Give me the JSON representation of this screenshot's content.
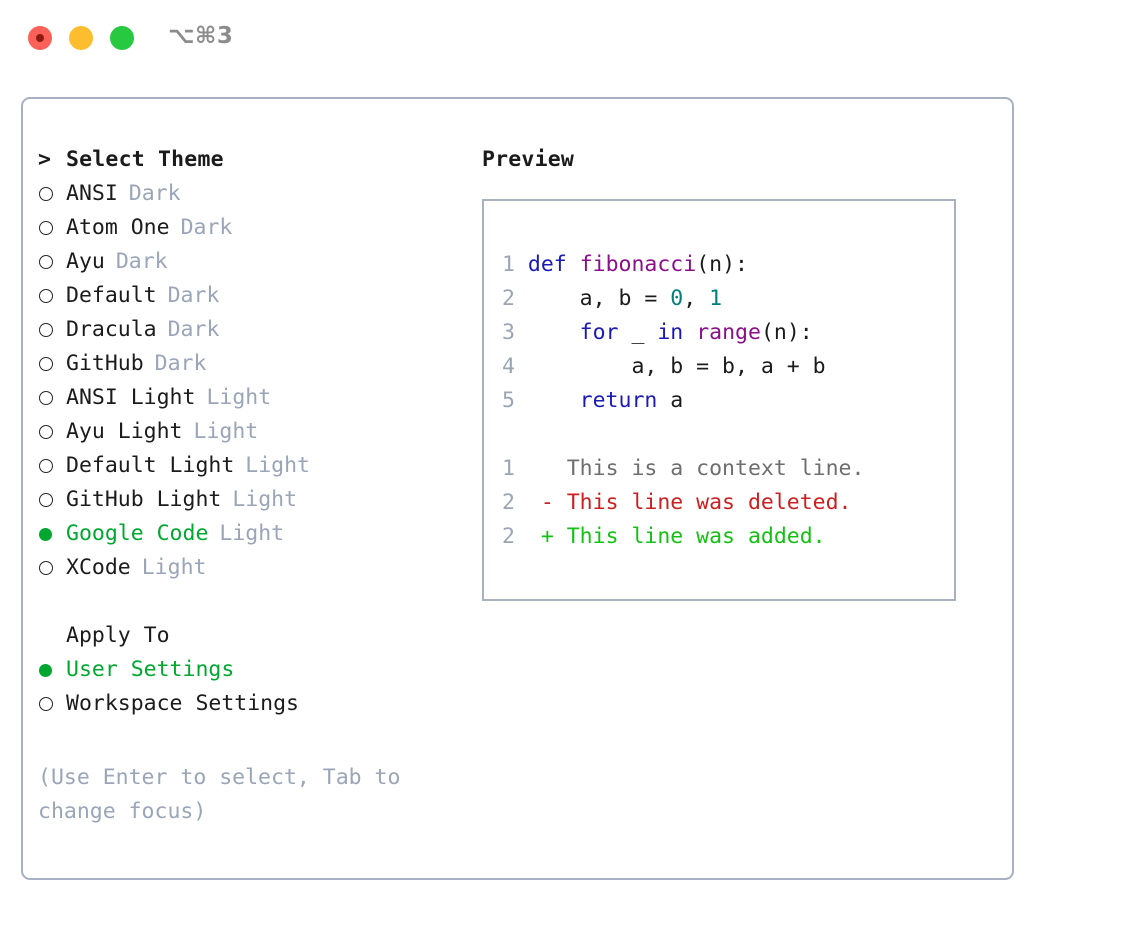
{
  "titlebar": {
    "shortcut": "⌥⌘3",
    "buttons": [
      {
        "name": "close",
        "color": "#FB6158"
      },
      {
        "name": "minimize",
        "color": "#FCBD2E"
      },
      {
        "name": "maximize",
        "color": "#26C93F"
      }
    ]
  },
  "theme_picker": {
    "header": "Select Theme",
    "caret": ">",
    "radio_on": "●",
    "radio_off": "○",
    "items": [
      {
        "label": "ANSI",
        "tag": "Dark",
        "selected": false
      },
      {
        "label": "Atom One",
        "tag": "Dark",
        "selected": false
      },
      {
        "label": "Ayu",
        "tag": "Dark",
        "selected": false
      },
      {
        "label": "Default",
        "tag": "Dark",
        "selected": false
      },
      {
        "label": "Dracula",
        "tag": "Dark",
        "selected": false
      },
      {
        "label": "GitHub",
        "tag": "Dark",
        "selected": false
      },
      {
        "label": "ANSI Light",
        "tag": "Light",
        "selected": false
      },
      {
        "label": "Ayu Light",
        "tag": "Light",
        "selected": false
      },
      {
        "label": "Default Light",
        "tag": "Light",
        "selected": false
      },
      {
        "label": "GitHub Light",
        "tag": "Light",
        "selected": false
      },
      {
        "label": "Google Code",
        "tag": "Light",
        "selected": true
      },
      {
        "label": "XCode",
        "tag": "Light",
        "selected": false
      }
    ]
  },
  "apply_to": {
    "header": "Apply To",
    "items": [
      {
        "label": "User Settings",
        "selected": true
      },
      {
        "label": "Workspace Settings",
        "selected": false
      }
    ]
  },
  "hint": "(Use Enter to select, Tab to change focus)",
  "preview": {
    "title": "Preview",
    "code_lines": [
      {
        "n": "1",
        "tokens": [
          {
            "t": "def",
            "c": "kw"
          },
          {
            "t": " ",
            "c": "plain"
          },
          {
            "t": "fibonacci",
            "c": "fn"
          },
          {
            "t": "(n):",
            "c": "plain"
          }
        ]
      },
      {
        "n": "2",
        "tokens": [
          {
            "t": "    a, b = ",
            "c": "plain"
          },
          {
            "t": "0",
            "c": "num"
          },
          {
            "t": ", ",
            "c": "plain"
          },
          {
            "t": "1",
            "c": "num"
          }
        ]
      },
      {
        "n": "3",
        "tokens": [
          {
            "t": "    ",
            "c": "plain"
          },
          {
            "t": "for",
            "c": "kw"
          },
          {
            "t": " _ ",
            "c": "plain"
          },
          {
            "t": "in",
            "c": "kw"
          },
          {
            "t": " ",
            "c": "plain"
          },
          {
            "t": "range",
            "c": "fn"
          },
          {
            "t": "(n):",
            "c": "plain"
          }
        ]
      },
      {
        "n": "4",
        "tokens": [
          {
            "t": "        a, b = b, a + b",
            "c": "plain"
          }
        ]
      },
      {
        "n": "5",
        "tokens": [
          {
            "t": "    ",
            "c": "plain"
          },
          {
            "t": "return",
            "c": "kw"
          },
          {
            "t": " a",
            "c": "plain"
          }
        ]
      }
    ],
    "diff_lines": [
      {
        "n": "1",
        "marker": " ",
        "text": " This is a context line.",
        "kind": "d-ctx"
      },
      {
        "n": "2",
        "marker": "-",
        "text": " This line was deleted.",
        "kind": "d-del"
      },
      {
        "n": "2",
        "marker": "+",
        "text": " This line was added.",
        "kind": "d-add"
      }
    ]
  },
  "colors": {
    "selected_green": "#00A830",
    "tag_gray": "#9AA5B8",
    "border": "#A7B1C2",
    "keyword_blue": "#1A1AB8",
    "function_purple": "#8B0E8B",
    "number_teal": "#007F7F",
    "diff_delete_red": "#CC2020",
    "diff_add_green": "#12C212"
  }
}
